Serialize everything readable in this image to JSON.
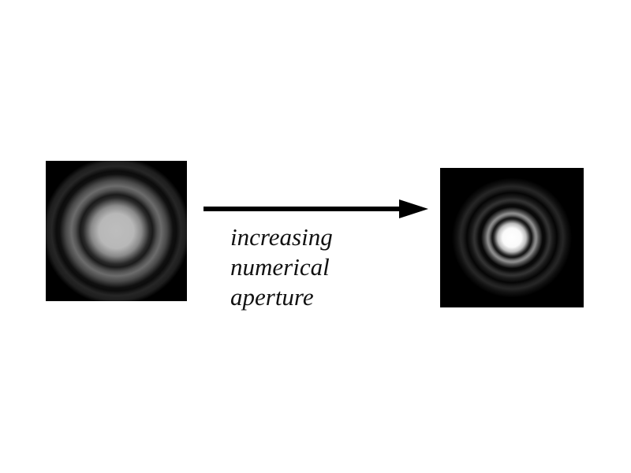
{
  "diagram": {
    "left_pattern": {
      "label": "airy-disk-low-na",
      "description": "Large diffuse Airy pattern"
    },
    "right_pattern": {
      "label": "airy-disk-high-na",
      "description": "Small sharp Airy pattern"
    },
    "arrow": {
      "direction": "right"
    },
    "caption": {
      "lines": [
        "increasing",
        "numerical",
        "aperture"
      ]
    }
  }
}
